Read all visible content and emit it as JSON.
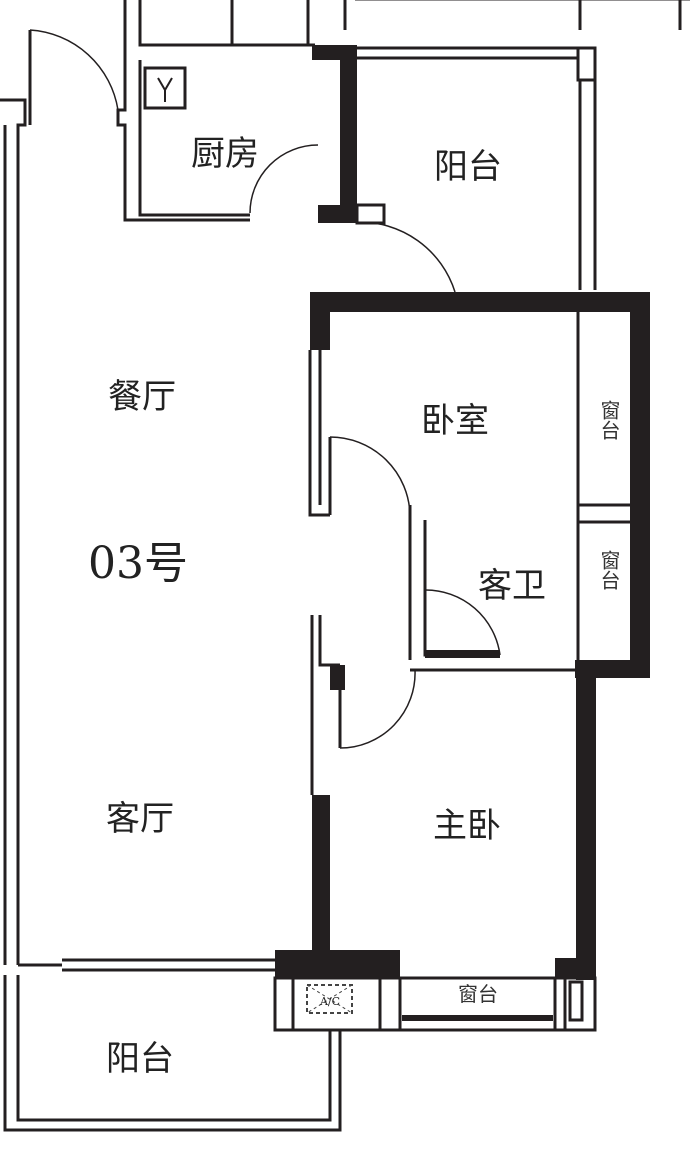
{
  "plan": {
    "unit_label": "03号",
    "rooms": {
      "kitchen": "厨房",
      "balcony_top": "阳台",
      "dining": "餐厅",
      "bedroom": "卧室",
      "bay_window_1": "窗台",
      "bay_window_2": "窗台",
      "guest_bath": "客卫",
      "living": "客厅",
      "master_bedroom": "主卧",
      "bay_window_3": "窗台",
      "balcony_bottom": "阳台",
      "ac": "A/C"
    },
    "colors": {
      "wall": "#231f20",
      "line": "#231f20",
      "background": "#ffffff"
    }
  }
}
